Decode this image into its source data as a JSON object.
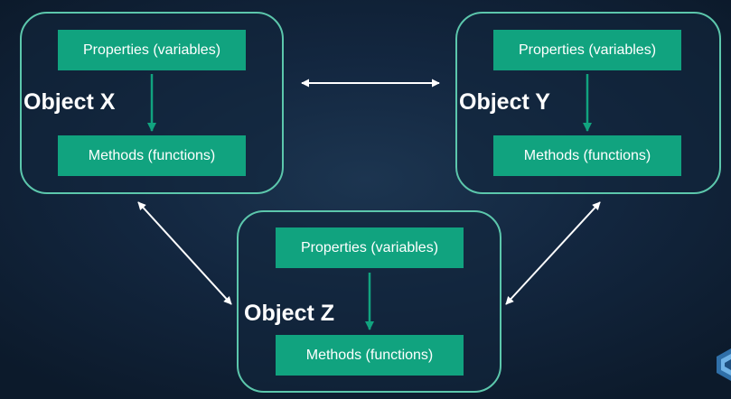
{
  "objects": {
    "x": {
      "label": "Object X",
      "properties": "Properties (variables)",
      "methods": "Methods (functions)"
    },
    "y": {
      "label": "Object Y",
      "properties": "Properties (variables)",
      "methods": "Methods (functions)"
    },
    "z": {
      "label": "Object Z",
      "properties": "Properties (variables)",
      "methods": "Methods (functions)"
    }
  },
  "colors": {
    "background": "#132740",
    "box_border": "#5cc7ac",
    "green_fill": "#11a37f",
    "arrow_green": "#11a37f",
    "arrow_white": "#ffffff"
  },
  "icons": {
    "corner": "hexagon-logo-icon"
  }
}
